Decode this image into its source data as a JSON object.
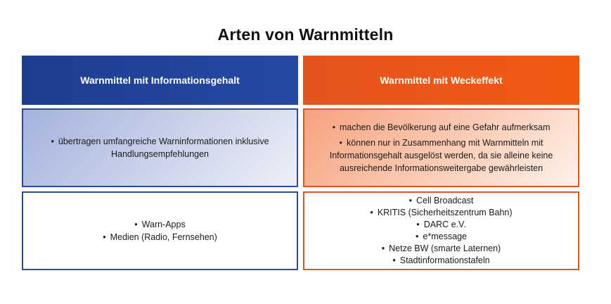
{
  "title": "Arten von Warnmitteln",
  "colors": {
    "blue_header": "#1d3e8e",
    "orange_header": "#f25a12",
    "blue_border": "#2b4aa0",
    "orange_border": "#e2561c"
  },
  "columns": [
    {
      "header": "Warnmittel mit Informationsgehalt",
      "description": [
        "übertragen umfangreiche Warninformationen inklusive Handlungsempfehlungen"
      ],
      "examples": [
        "Warn-Apps",
        "Medien (Radio, Fernsehen)"
      ]
    },
    {
      "header": "Warnmittel mit Weckeffekt",
      "description": [
        "machen die Bevölkerung auf eine Gefahr aufmerksam",
        "können nur in Zusammenhang mit Warnmitteln mit Informationsgehalt ausgelöst werden, da sie alleine keine ausreichende Informationsweitergabe gewährleisten"
      ],
      "examples": [
        "Cell Broadcast",
        "KRITIS (Sicherheitszentrum Bahn)",
        "DARC e.V.",
        "e*message",
        "Netze BW (smarte Laternen)",
        "Stadtinformationstafeln"
      ]
    }
  ]
}
